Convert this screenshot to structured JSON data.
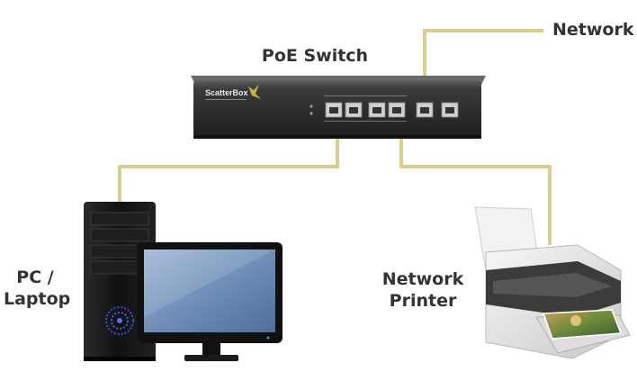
{
  "labels": {
    "switch": "PoE Switch",
    "network": "Network",
    "pc_line1": "PC /",
    "pc_line2": "Laptop",
    "printer_line1": "Network",
    "printer_line2": "Printer",
    "switch_brand": "ScatterBox"
  },
  "colors": {
    "cable": "#d9cf8a",
    "switch_body": "#2a2a2a",
    "switch_face": "#3a3a3a",
    "port": "#c9c9c9",
    "tower": "#151515",
    "monitor_screen": "#6f8fb8",
    "printer_body": "#e6e6e6",
    "printer_dark": "#3b3b3b",
    "text": "#333333"
  },
  "icons": {
    "switch": "poe-switch-icon",
    "computer": "desktop-computer-icon",
    "printer": "printer-icon"
  }
}
